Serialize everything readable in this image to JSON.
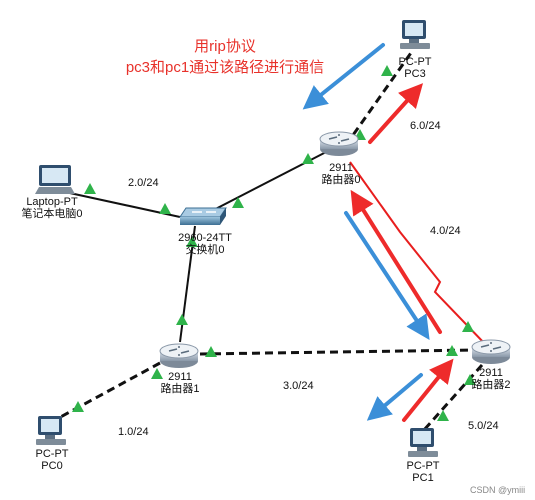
{
  "annotation": {
    "line1": "用rip协议",
    "line2": "pc3和pc1通过该路径进行通信"
  },
  "devices": {
    "pc3": {
      "model": "PC-PT",
      "name": "PC3"
    },
    "router0": {
      "model": "2911",
      "name": "路由器0"
    },
    "laptop0": {
      "model": "Laptop-PT",
      "name": "笔记本电脑0"
    },
    "switch0": {
      "model": "2960-24TT",
      "name": "交换机0"
    },
    "router1": {
      "model": "2911",
      "name": "路由器1"
    },
    "router2": {
      "model": "2911",
      "name": "路由器2"
    },
    "pc0": {
      "model": "PC-PT",
      "name": "PC0"
    },
    "pc1": {
      "model": "PC-PT",
      "name": "PC1"
    }
  },
  "networks": {
    "n1": "1.0/24",
    "n2": "2.0/24",
    "n3": "3.0/24",
    "n4": "4.0/24",
    "n5": "5.0/24",
    "n6": "6.0/24"
  },
  "watermark": "CSDN @ymiii",
  "colors": {
    "annotation": "#e8322b",
    "arrow_red": "#ee2b2b",
    "arrow_blue": "#3b8fd8",
    "link_up_marker": "#2fb34a",
    "link": "#111111"
  }
}
